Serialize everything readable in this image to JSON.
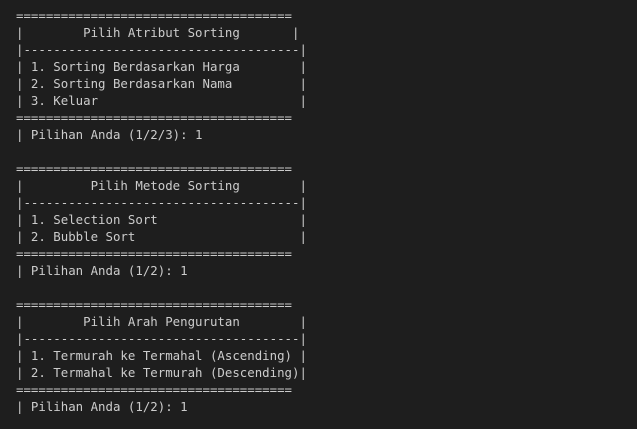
{
  "terminal": {
    "lines": [
      "=====================================",
      "|        Pilih Atribut Sorting       |",
      "|-------------------------------------|",
      "| 1. Sorting Berdasarkan Harga        |",
      "| 2. Sorting Berdasarkan Nama         |",
      "| 3. Keluar                           |",
      "=====================================",
      "| Pilihan Anda (1/2/3): 1",
      "",
      "=====================================",
      "|         Pilih Metode Sorting        |",
      "|-------------------------------------|",
      "| 1. Selection Sort                   |",
      "| 2. Bubble Sort                      |",
      "=====================================",
      "| Pilihan Anda (1/2): 1",
      "",
      "=====================================",
      "|        Pilih Arah Pengurutan        |",
      "|-------------------------------------|",
      "| 1. Termurah ke Termahal (Ascending) |",
      "| 2. Termahal ke Termurah (Descending)|",
      "=====================================",
      "| Pilihan Anda (1/2): 1"
    ]
  }
}
